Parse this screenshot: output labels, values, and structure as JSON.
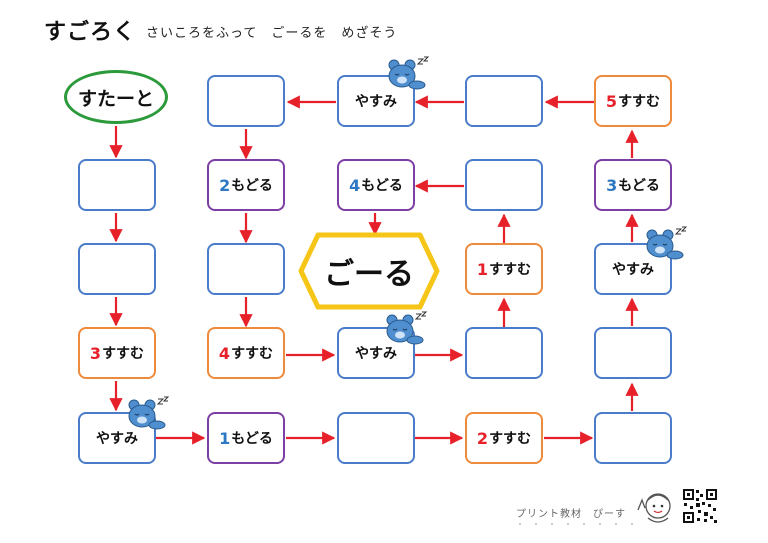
{
  "header": {
    "title": "すごろく",
    "subtitle": "さいころをふって　ごーるを　めざそう"
  },
  "board": {
    "start_label": "すたーと",
    "goal_label": "ごーる",
    "squares": {
      "r1c2": {
        "text": ""
      },
      "r1c3": {
        "text": "やすみ"
      },
      "r1c4": {
        "text": ""
      },
      "r1c5": {
        "num": "5",
        "text": "すすむ"
      },
      "r2c1": {
        "text": ""
      },
      "r2c2": {
        "num": "2",
        "text": "もどる"
      },
      "r2c3": {
        "num": "4",
        "text": "もどる"
      },
      "r2c4": {
        "text": ""
      },
      "r2c5": {
        "num": "3",
        "text": "もどる"
      },
      "r3c1": {
        "text": ""
      },
      "r3c2": {
        "text": ""
      },
      "r3c4": {
        "num": "1",
        "text": "すすむ"
      },
      "r3c5": {
        "text": "やすみ"
      },
      "r4c1": {
        "num": "3",
        "text": "すすむ"
      },
      "r4c2": {
        "num": "4",
        "text": "すすむ"
      },
      "r4c3": {
        "text": "やすみ"
      },
      "r4c4": {
        "text": ""
      },
      "r4c5": {
        "text": ""
      },
      "r5c1": {
        "text": "やすみ"
      },
      "r5c2": {
        "num": "1",
        "text": "もどる"
      },
      "r5c3": {
        "text": ""
      },
      "r5c4": {
        "num": "2",
        "text": "すすむ"
      },
      "r5c5": {
        "text": ""
      }
    }
  },
  "colors": {
    "plain_border": "#4a7cc9",
    "advance_border": "#ee8a3b",
    "back_border": "#7c3fa3",
    "advance_number": "#e6212a",
    "back_number": "#2c78c3",
    "arrow": "#e6212a",
    "start_border": "#2c9a3a",
    "goal_border": "#f5c518"
  },
  "icons": {
    "rest_marker": "sleeping-bear-icon",
    "footer_mascot": "mascot-icon",
    "footer_code": "qr-code-icon"
  },
  "footer": {
    "credit": "プリント教材　ぴーす"
  }
}
